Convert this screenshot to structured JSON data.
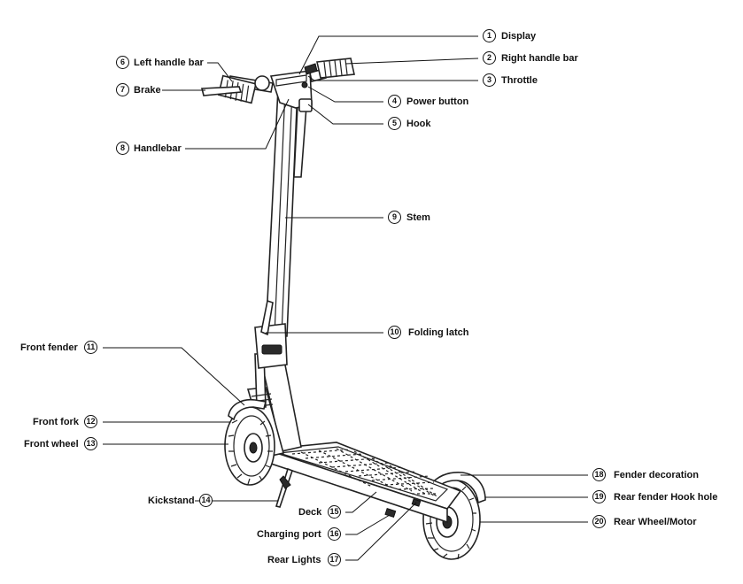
{
  "parts": [
    {
      "n": "1",
      "label": "Display"
    },
    {
      "n": "2",
      "label": "Right handle bar"
    },
    {
      "n": "3",
      "label": "Throttle"
    },
    {
      "n": "4",
      "label": "Power button"
    },
    {
      "n": "5",
      "label": "Hook"
    },
    {
      "n": "6",
      "label": "Left handle bar"
    },
    {
      "n": "7",
      "label": "Brake"
    },
    {
      "n": "8",
      "label": "Handlebar"
    },
    {
      "n": "9",
      "label": "Stem"
    },
    {
      "n": "10",
      "label": "Folding latch"
    },
    {
      "n": "11",
      "label": "Front fender"
    },
    {
      "n": "12",
      "label": "Front fork"
    },
    {
      "n": "13",
      "label": "Front wheel"
    },
    {
      "n": "14",
      "label": "Kickstand"
    },
    {
      "n": "15",
      "label": "Deck"
    },
    {
      "n": "16",
      "label": "Charging port"
    },
    {
      "n": "17",
      "label": "Rear Lights"
    },
    {
      "n": "18",
      "label": "Fender decoration"
    },
    {
      "n": "19",
      "label": "Rear fender Hook hole"
    },
    {
      "n": "20",
      "label": "Rear Wheel/Motor"
    }
  ]
}
